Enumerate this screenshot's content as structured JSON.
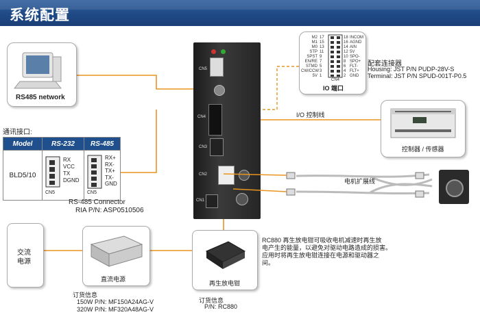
{
  "title": "系统配置",
  "rs485_network": {
    "label": "RS485 network"
  },
  "comm": {
    "heading": "通讯接口:",
    "headers": [
      "Model",
      "RS-232",
      "RS-485"
    ],
    "model": "BLD5/10",
    "rs232_pins": [
      "RX",
      "VCC",
      "TX",
      "DGND"
    ],
    "rs485_pins": [
      "RX+",
      "RX-",
      "TX+",
      "TX-",
      "GND"
    ],
    "connector": "CN5",
    "connector2": "CN5",
    "rs485_connector": "RS-485 Connector",
    "ria": "RIA P/N: ASP0510506"
  },
  "io_port": {
    "title": "IO 端口",
    "left_labels": [
      "M2",
      "M1",
      "M0",
      "STP",
      "SPST",
      "EN/RE",
      "STMD",
      "CW/CCW",
      "5V"
    ],
    "left_nums": [
      "17",
      "15",
      "13",
      "11",
      "9",
      "7",
      "5",
      "3",
      "1"
    ],
    "right_nums": [
      "18",
      "16",
      "14",
      "12",
      "10",
      "8",
      "6",
      "4",
      "2"
    ],
    "right_labels": [
      "INCOM",
      "AGND",
      "AIN",
      "5V",
      "SPO-",
      "SPO+",
      "FLT-",
      "FLT+",
      "GND"
    ],
    "cn": "CN4"
  },
  "mating": {
    "title": "配套连接器",
    "housing": "Housing: JST P/N PUDP-28V-S",
    "terminal": "Terminal: JST P/N SPUD-001T-P0.5"
  },
  "io_line": "I/O 控制线",
  "controller": {
    "label": "控制器 / 传感器"
  },
  "motor_ext": "电机扩展线",
  "driver": {
    "cn_labels": [
      "CN5",
      "CN4",
      "CN3",
      "CN2",
      "CN1"
    ]
  },
  "ac": {
    "label": "交流\n电源"
  },
  "dc": {
    "label": "直流电源",
    "order": "订货信息",
    "p150": "150W P/N: MF150A24AG-V",
    "p320": "320W P/N: MF320A48AG-V"
  },
  "regen": {
    "label": "再生放电钳",
    "order": "订货信息",
    "pn": "P/N: RC880",
    "desc": "RC880 再生放电钳可吸收电机减速时再生放\n电产生的能量，以避免对驱动电路造成的损害。\n应用时将再生放电钳连接在电源和驱动器之\n间。"
  },
  "colors": {
    "orange": "#e8941e",
    "title_blue": "#1f4a86",
    "table_header": "#1f4f8c"
  }
}
